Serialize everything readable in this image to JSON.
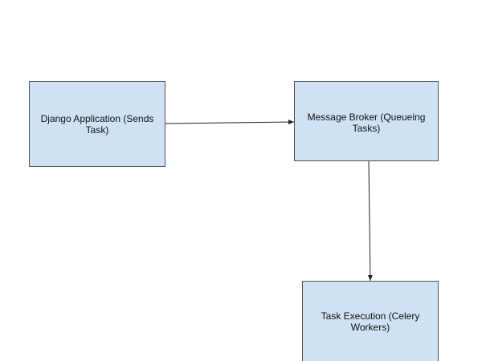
{
  "diagram": {
    "node_fill": "#cfe2f3",
    "node_border": "#555555",
    "edge_color": "#222222",
    "nodes": [
      {
        "id": "django",
        "label": "Django Application (Sends Task)"
      },
      {
        "id": "broker",
        "label": "Message Broker  (Queueing Tasks)"
      },
      {
        "id": "worker",
        "label": "Task Execution (Celery Workers)"
      }
    ],
    "edges": [
      {
        "from": "django",
        "to": "broker"
      },
      {
        "from": "broker",
        "to": "worker"
      }
    ]
  }
}
